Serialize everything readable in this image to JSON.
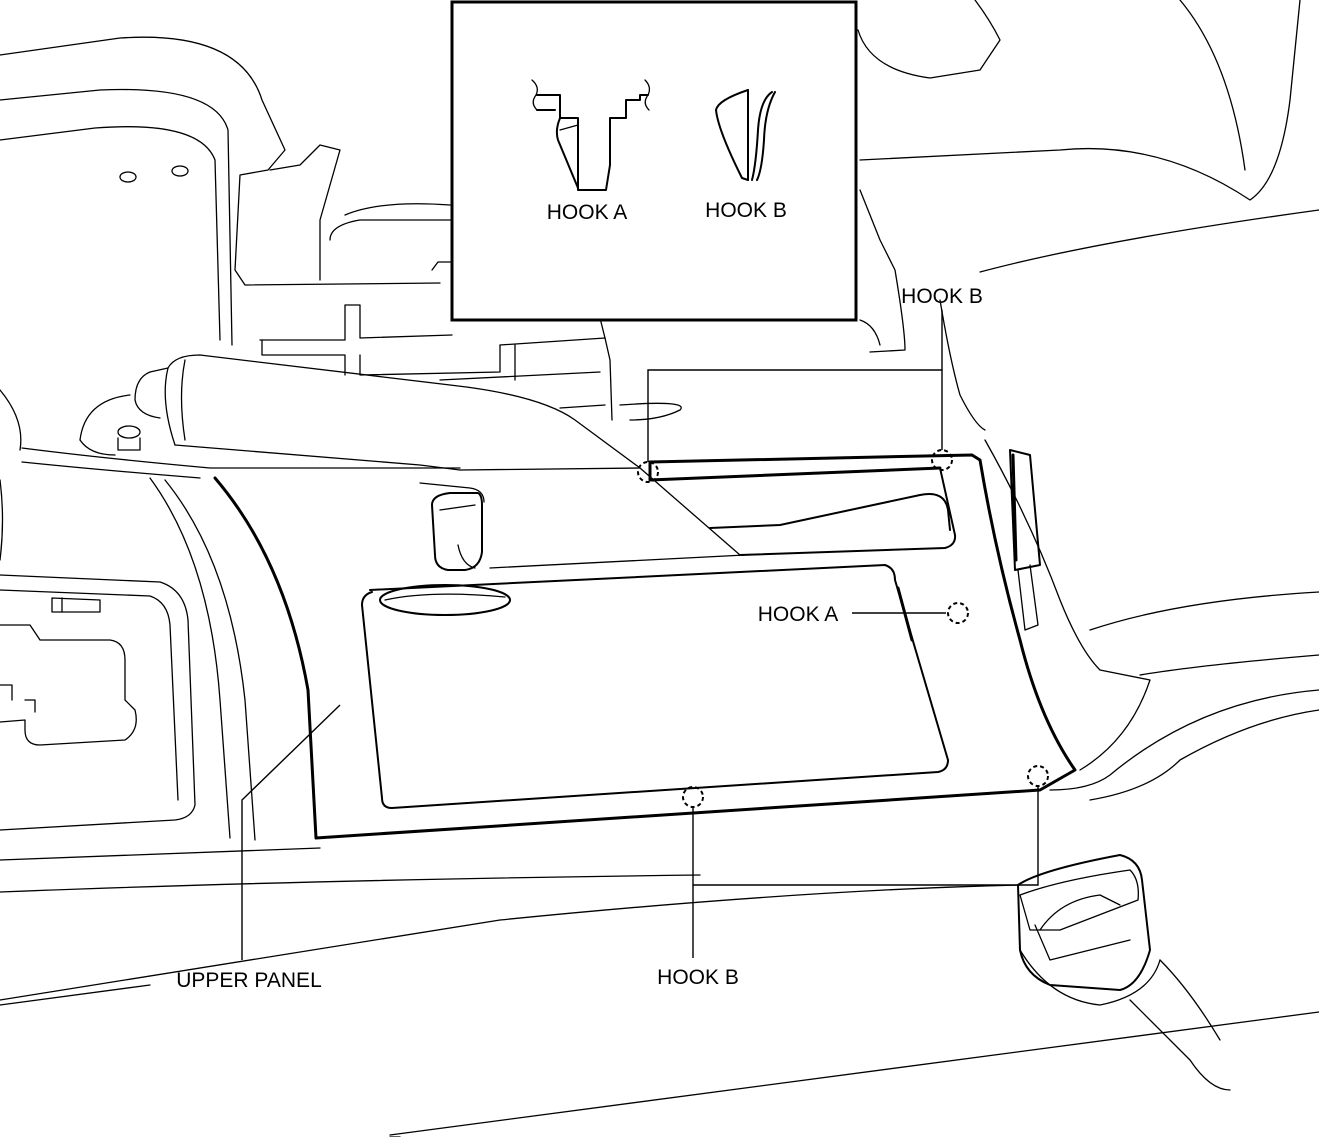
{
  "labels": {
    "inset_hook_a": "HOOK A",
    "inset_hook_b": "HOOK B",
    "hook_b_top": "HOOK B",
    "hook_a_right": "HOOK A",
    "hook_b_bottom": "HOOK B",
    "upper_panel": "UPPER PANEL"
  }
}
